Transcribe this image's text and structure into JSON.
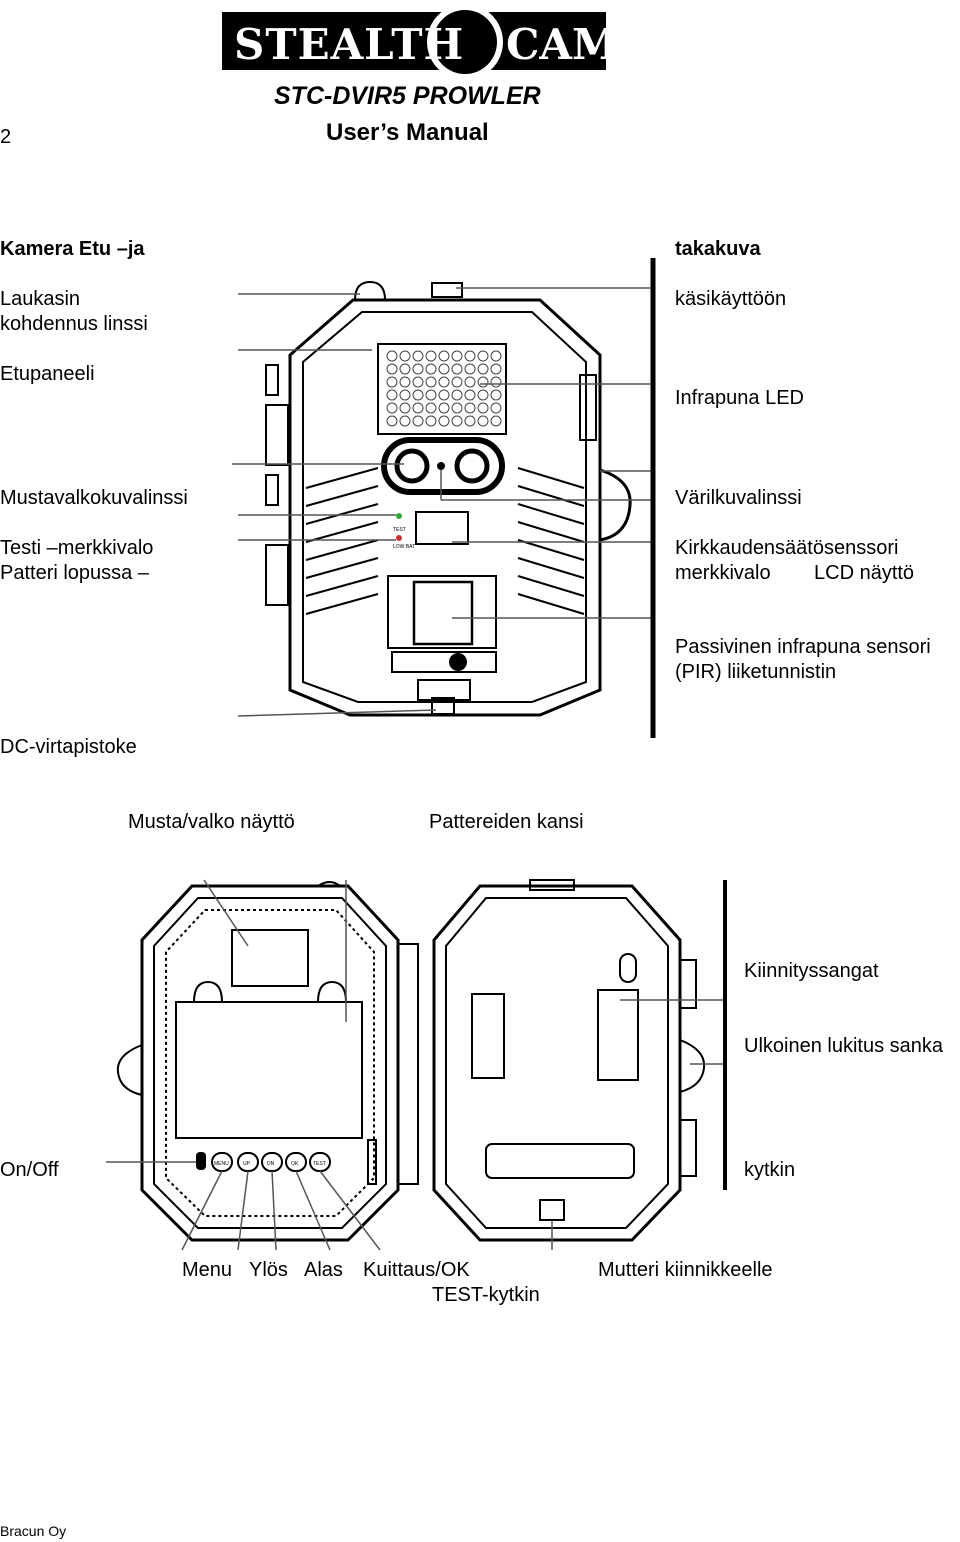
{
  "page_number": "2",
  "header": {
    "brand_left": "STEALTH",
    "brand_right": "CAM",
    "model": "STC-DVIR5  PROWLER",
    "subtitle": "User’s Manual"
  },
  "front_view": {
    "title_left": "Kamera Etu –ja",
    "title_right": "takakuva",
    "labels_left": [
      "Laukasin",
      "kohdennus linssi",
      "Etupaneeli",
      "Mustavalkokuvalinssi",
      "Testi –merkkivalo",
      "Patteri lopussa –",
      "DC-virtapistoke"
    ],
    "labels_right": [
      "käsikäyttöön",
      "Infrapuna LED",
      "Värilkuvalinssi",
      "Kirkkaudensäätösenssori",
      "merkkivalo",
      "LCD näyttö",
      "Passivinen infrapuna sensori",
      "(PIR) liiketunnistin"
    ],
    "led_labels": [
      "TEST",
      "LOW BAT"
    ]
  },
  "back_view": {
    "labels_top": [
      "Musta/valko näyttö",
      "Pattereiden kansi"
    ],
    "labels_right": [
      "Kiinnityssangat",
      "Ulkoinen lukitus sanka",
      "kytkin"
    ],
    "label_left": "On/Off",
    "labels_bottom": [
      "Menu",
      "Ylös",
      "Alas",
      "Kuittaus/OK",
      "Mutteri kiinnikkeelle",
      "TEST-kytkin"
    ],
    "button_labels": [
      "MENU",
      "UP",
      "DN",
      "OK",
      "TEST"
    ]
  },
  "footer": "Bracun Oy"
}
